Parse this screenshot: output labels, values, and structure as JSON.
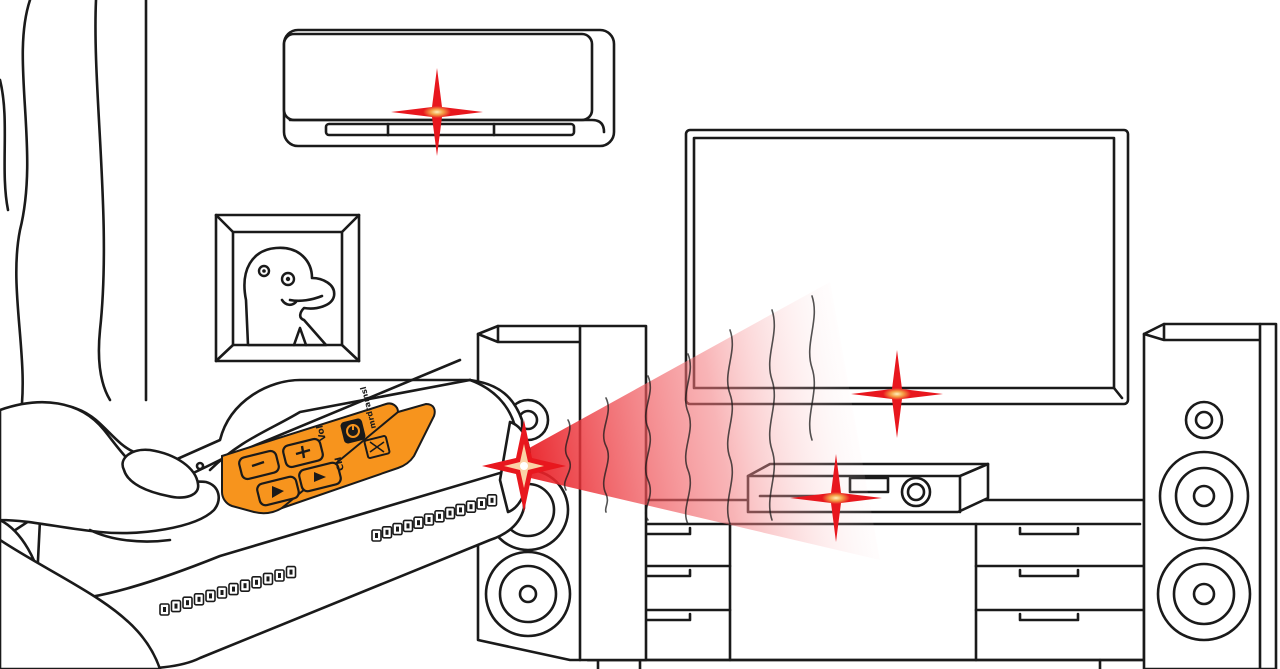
{
  "remote": {
    "brand_label": "mrdramsl",
    "vol_label": "Vol",
    "ch_label": "CH",
    "screen_color": "#f7941d"
  },
  "icons": [
    "power-icon",
    "mute-icon",
    "plus-icon",
    "minus-icon",
    "arrow-left-icon",
    "arrow-right-icon"
  ],
  "colors": {
    "infrared_signal": "#e8171e",
    "signal_glow": "#f6b04a",
    "line_art": "#1a1a1a",
    "background": "#ffffff"
  }
}
